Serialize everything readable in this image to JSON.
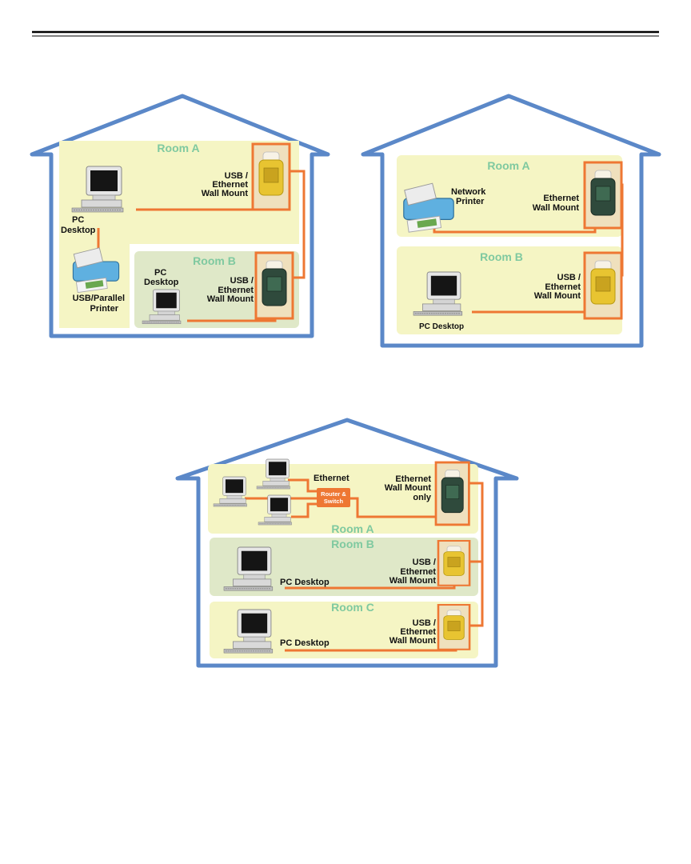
{
  "colors": {
    "house_outline": "#5b88c8",
    "room_yellow": "#f5f5c4",
    "room_green": "#dfe8c8",
    "wire": "#ee7733",
    "room_title": "#7fc9a0",
    "usb_module": "#e8c431",
    "ethernet_module": "#2f4a3c",
    "router": "#ee7733"
  },
  "diagram1": {
    "room_a": "Room A",
    "room_b": "Room B",
    "pc_a_line1": "PC",
    "pc_a_line2": "Desktop",
    "printer_line1": "USB/Parallel",
    "printer_line2": "Printer",
    "mount_a_line1": "USB /",
    "mount_a_line2": "Ethernet",
    "mount_a_line3": "Wall Mount",
    "pc_b_line1": "PC",
    "pc_b_line2": "Desktop",
    "mount_b_line1": "USB /",
    "mount_b_line2": "Ethernet",
    "mount_b_line3": "Wall Mount"
  },
  "diagram2": {
    "room_a": "Room A",
    "room_b": "Room B",
    "printer_line1": "Network",
    "printer_line2": "Printer",
    "mount_a_line1": "Ethernet",
    "mount_a_line2": "Wall Mount",
    "mount_b_line1": "USB /",
    "mount_b_line2": "Ethernet",
    "mount_b_line3": "Wall Mount",
    "pc_b": "PC Desktop"
  },
  "diagram3": {
    "room_a": "Room A",
    "room_b": "Room B",
    "room_c": "Room C",
    "ethernet": "Ethernet",
    "router_line1": "Router &",
    "router_line2": "Switch",
    "mount_a_line1": "Ethernet",
    "mount_a_line2": "Wall Mount",
    "mount_a_line3": "only",
    "pc_b": "PC Desktop",
    "mount_b_line1": "USB /",
    "mount_b_line2": "Ethernet",
    "mount_b_line3": "Wall Mount",
    "pc_c": "PC Desktop",
    "mount_c_line1": "USB /",
    "mount_c_line2": "Ethernet",
    "mount_c_line3": "Wall Mount"
  }
}
